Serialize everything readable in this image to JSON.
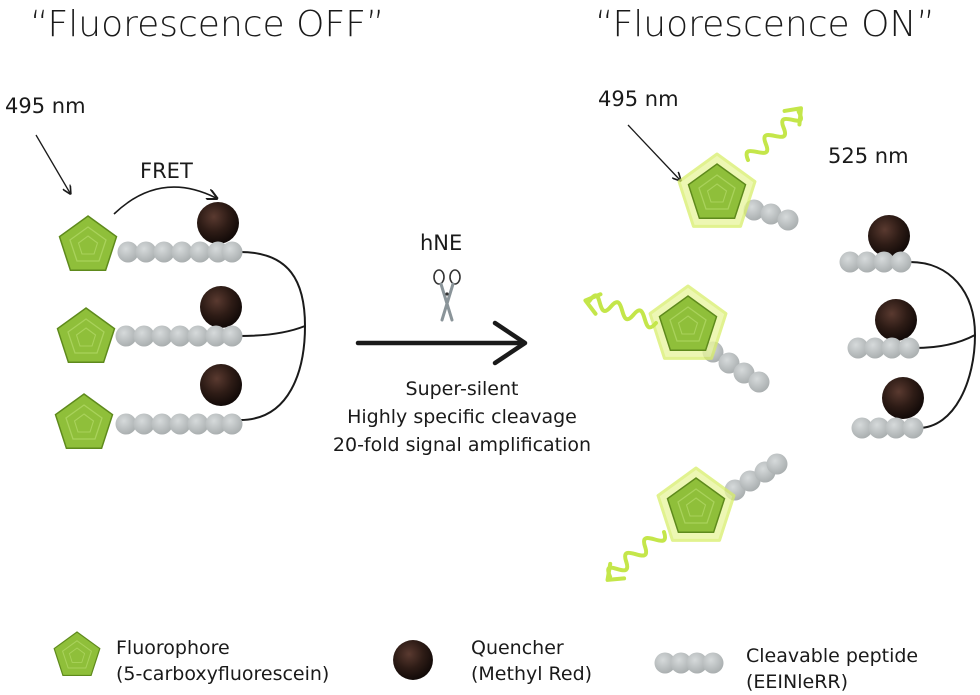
{
  "titles": {
    "off": "“Fluorescence OFF”",
    "on": "“Fluorescence ON”"
  },
  "labels": {
    "excitation_left": "495 nm",
    "excitation_right": "495 nm",
    "emission": "525 nm",
    "fret": "FRET",
    "enzyme": "hNE"
  },
  "process": {
    "line1": "Super-silent",
    "line2": "Highly specific cleavage",
    "line3": "20-fold signal amplification"
  },
  "legend": {
    "fluorophore": {
      "line1": "Fluorophore",
      "line2": "(5-carboxyfluorescein)"
    },
    "quencher": {
      "line1": "Quencher",
      "line2": "(Methyl Red)"
    },
    "peptide": {
      "line1": "Cleavable peptide",
      "line2": "(EEINleRR)"
    }
  },
  "icons": {
    "fluorophore": "pentagon-icon",
    "quencher": "sphere-icon",
    "peptide": "bead-chain-icon",
    "enzyme": "scissors-icon",
    "emission": "wave-arrow-icon"
  },
  "colors": {
    "fluorophore": "#8fbf3a",
    "fluorophore_dark": "#5e8a1c",
    "glow": "#e7f59a",
    "quencher": "#2e1c16",
    "peptide": "#b8bcbd",
    "emission": "#c4e64a"
  }
}
